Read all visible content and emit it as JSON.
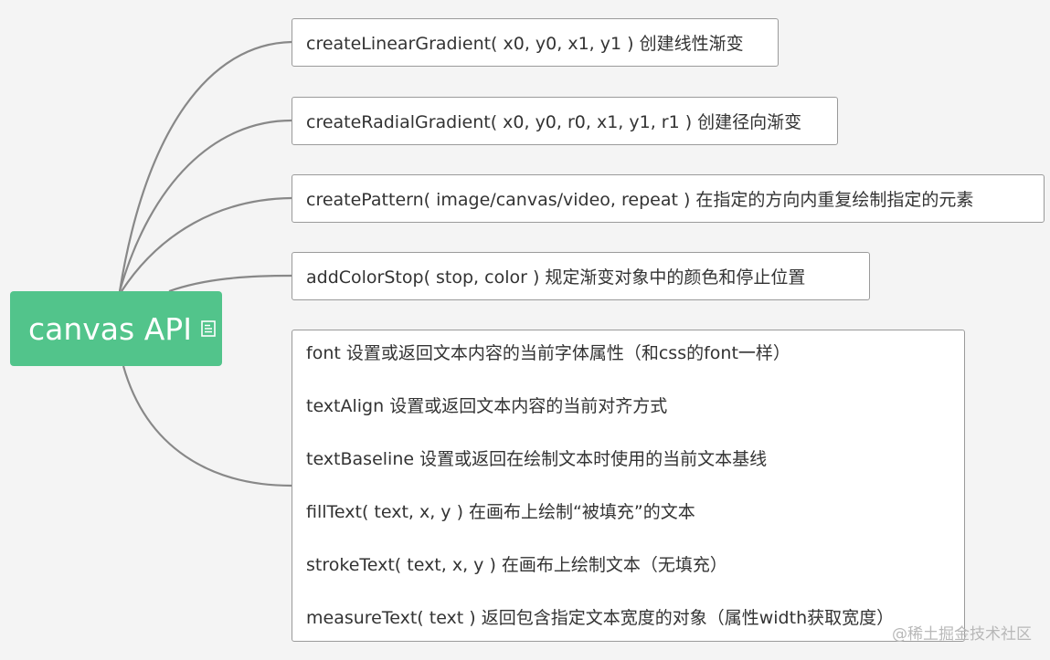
{
  "root": {
    "label": "canvas API",
    "icon": "note-icon"
  },
  "nodes": [
    {
      "text": "createLinearGradient( x0, y0, x1, y1 ) 创建线性渐变"
    },
    {
      "text": "createRadialGradient( x0, y0, r0, x1, y1, r1 ) 创建径向渐变"
    },
    {
      "text": "createPattern( image/canvas/video, repeat ) 在指定的方向内重复绘制指定的元素"
    },
    {
      "text": "addColorStop( stop, color ) 规定渐变对象中的颜色和停止位置"
    }
  ],
  "text_node": {
    "lines": [
      "font 设置或返回文本内容的当前字体属性（和css的font一样）",
      "textAlign 设置或返回文本内容的当前对齐方式",
      "textBaseline 设置或返回在绘制文本时使用的当前文本基线",
      "fillText( text, x, y ) 在画布上绘制“被填充”的文本",
      "strokeText( text, x, y ) 在画布上绘制文本（无填充）",
      "measureText( text ) 返回包含指定文本宽度的对象（属性width获取宽度）"
    ]
  },
  "watermark": "@稀土掘金技术社区",
  "colors": {
    "root_bg": "#52c48b",
    "connector": "#888888",
    "node_border": "#9a9a9a",
    "background": "#f4f4f4"
  }
}
